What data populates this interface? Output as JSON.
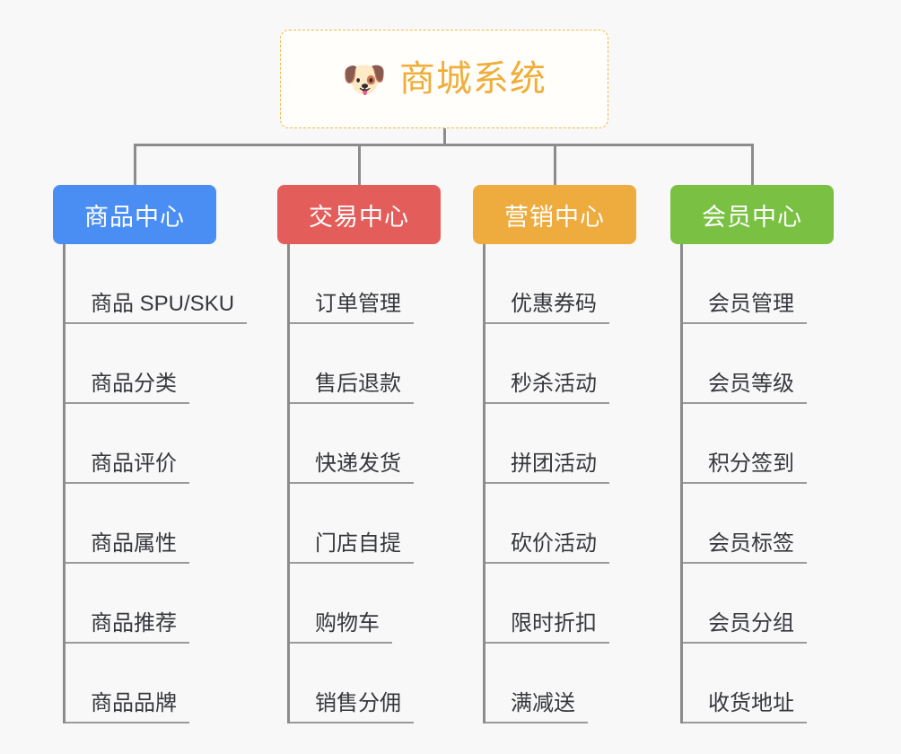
{
  "root": {
    "icon": "dog-face-icon",
    "emoji": "🐶",
    "title": "商城系统",
    "border_color": "#f0b84a",
    "text_color": "#efae3a"
  },
  "canvas": {
    "background": "#f8f8f8",
    "connector_color": "#8c8c8c"
  },
  "columns": [
    {
      "category": "商品中心",
      "color": "#4a8ef3",
      "items": [
        "商品 SPU/SKU",
        "商品分类",
        "商品评价",
        "商品属性",
        "商品推荐",
        "商品品牌"
      ]
    },
    {
      "category": "交易中心",
      "color": "#e35d5b",
      "items": [
        "订单管理",
        "售后退款",
        "快递发货",
        "门店自提",
        "购物车",
        "销售分佣"
      ]
    },
    {
      "category": "营销中心",
      "color": "#eeab3e",
      "items": [
        "优惠券码",
        "秒杀活动",
        "拼团活动",
        "砍价活动",
        "限时折扣",
        "满减送"
      ]
    },
    {
      "category": "会员中心",
      "color": "#7ac143",
      "items": [
        "会员管理",
        "会员等级",
        "积分签到",
        "会员标签",
        "会员分组",
        "收货地址"
      ]
    }
  ]
}
